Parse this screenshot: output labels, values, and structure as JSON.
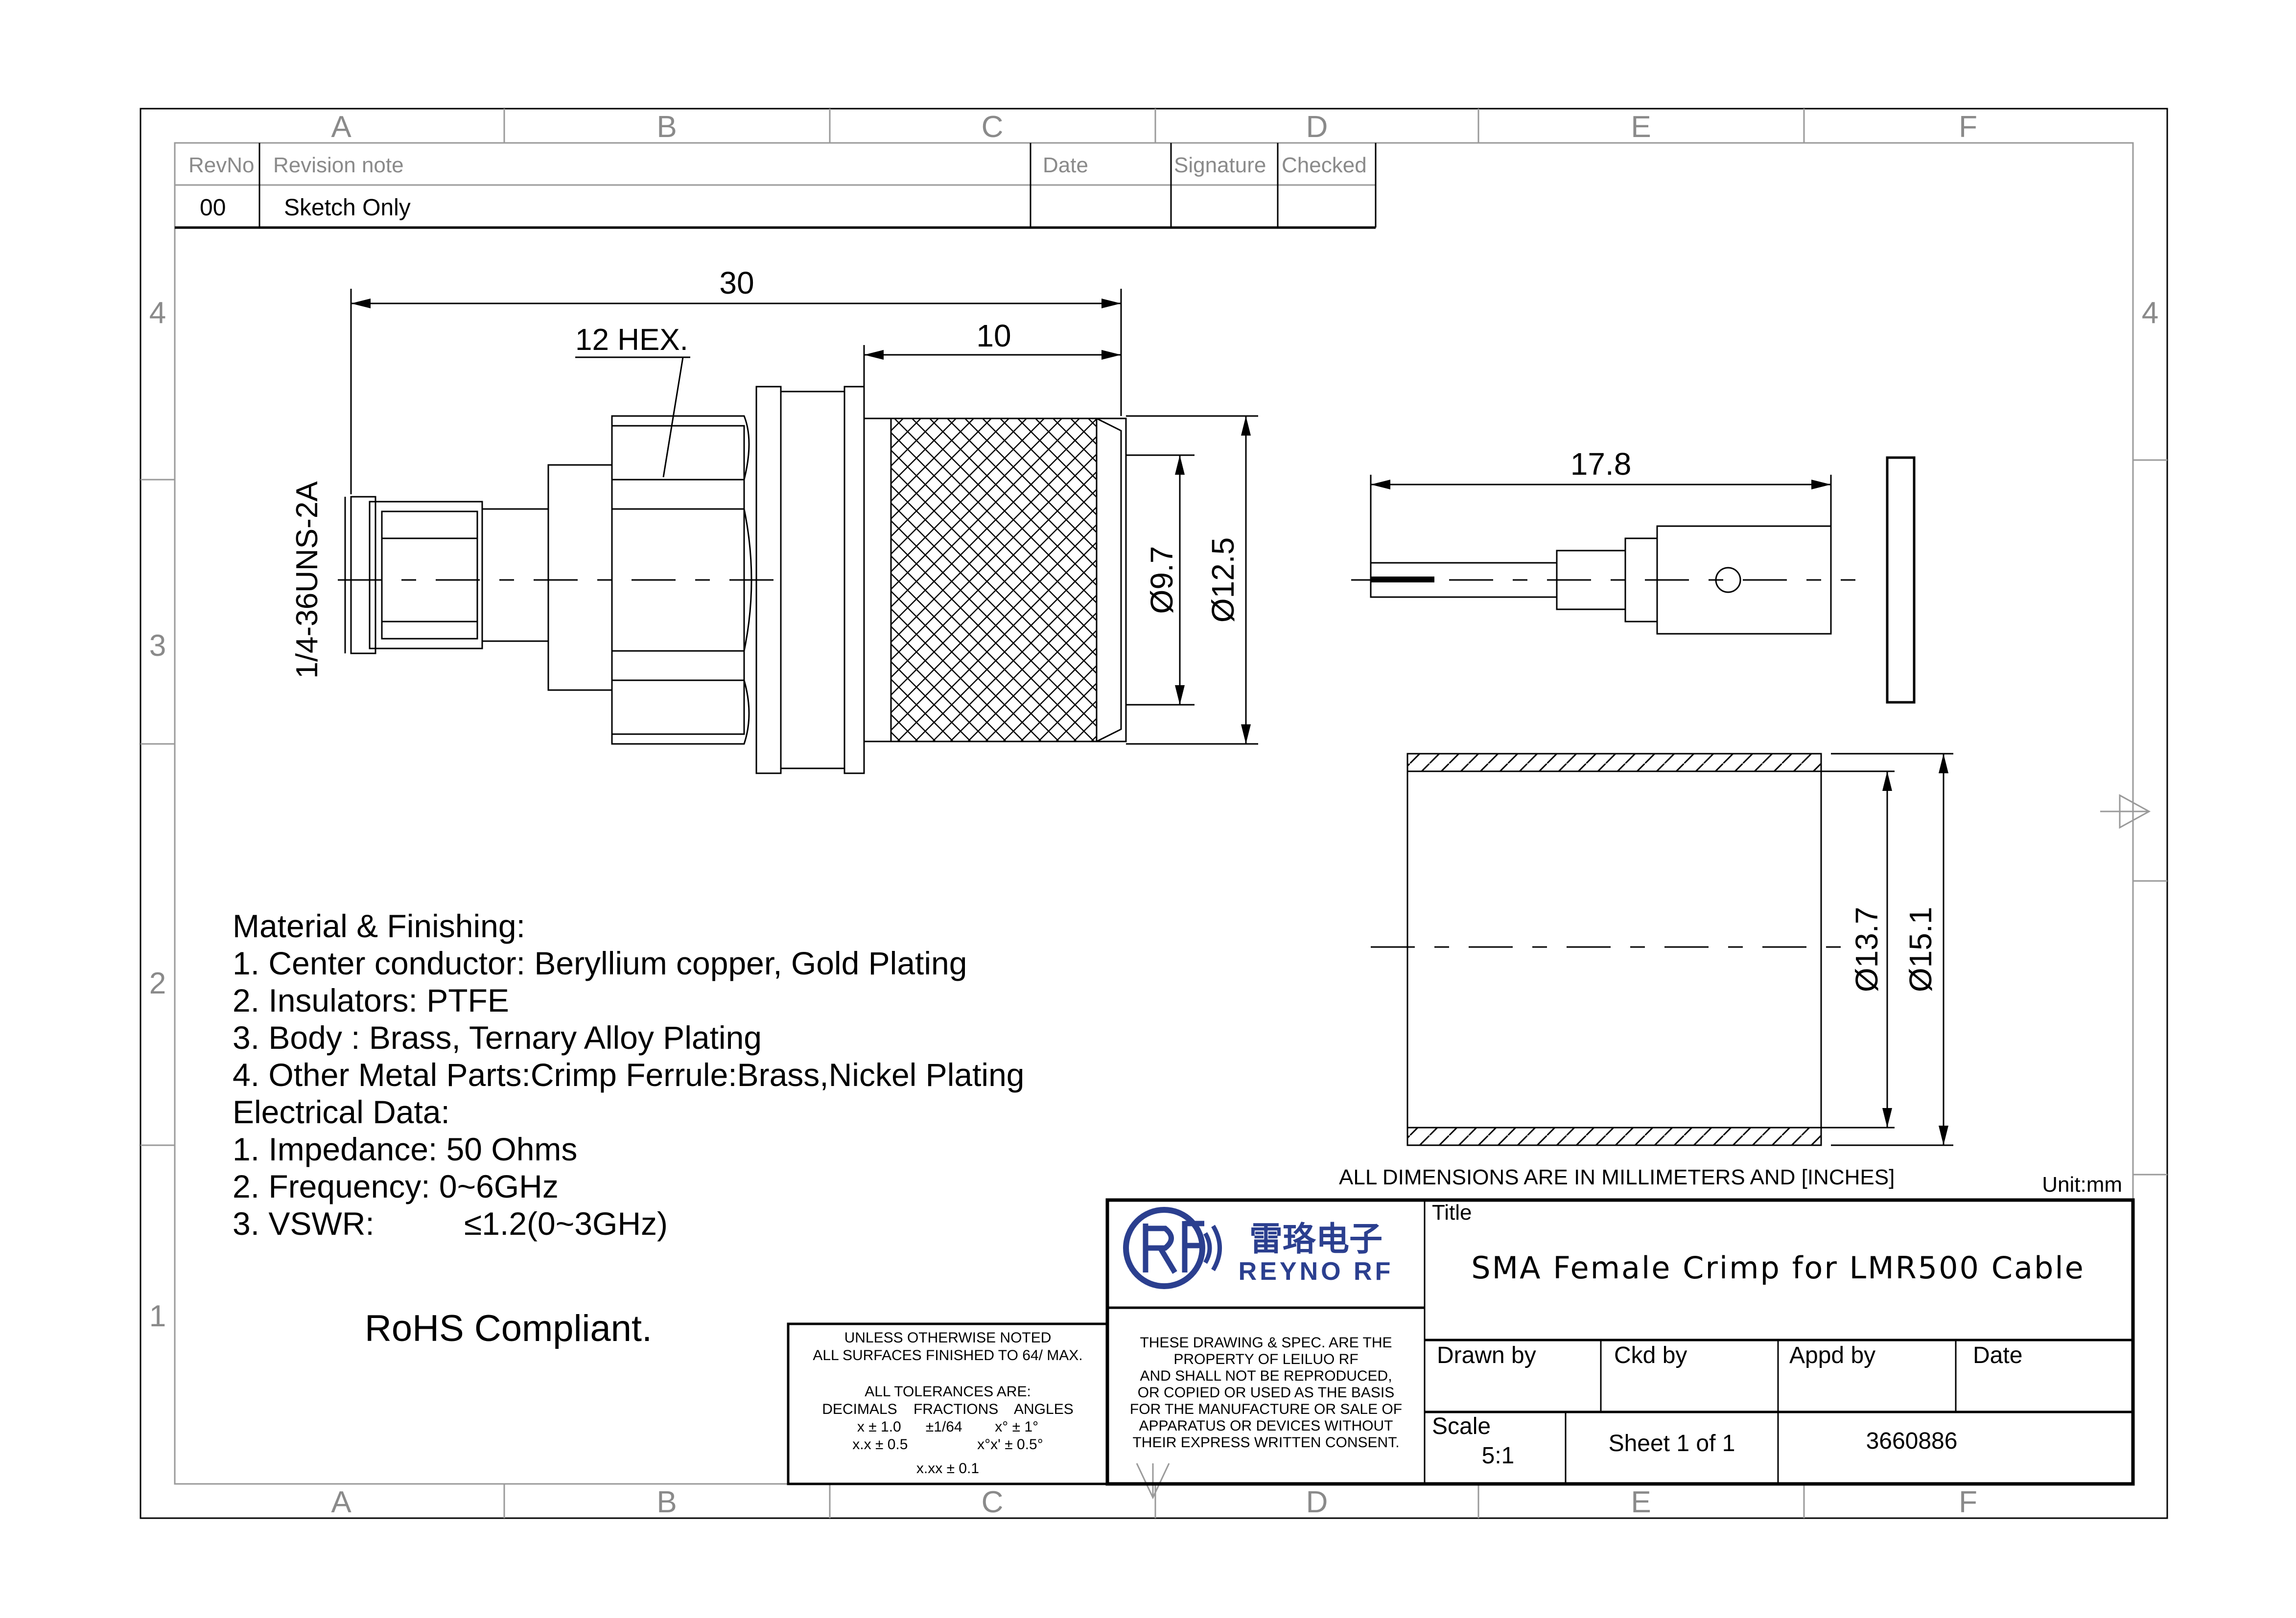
{
  "frame": {
    "col_labels": [
      "A",
      "B",
      "C",
      "D",
      "E",
      "F"
    ],
    "row_labels": [
      "4",
      "3",
      "2",
      "1"
    ]
  },
  "revision_table": {
    "headers": [
      "RevNo",
      "Revision note",
      "Date",
      "Signature",
      "Checked"
    ],
    "rows": [
      {
        "rev": "00",
        "note": "Sketch Only",
        "date": "",
        "signature": "",
        "checked": ""
      }
    ]
  },
  "dimensions": {
    "overall_length": "30",
    "hex": "12 HEX.",
    "crimp_length": "10",
    "thread": "1/4-36UNS-2A",
    "dia_inner": "Ø9.7",
    "dia_outer": "Ø12.5",
    "pin_length": "17.8",
    "ferrule_inner": "Ø13.7",
    "ferrule_outer": "Ø15.1"
  },
  "notes": {
    "lines": [
      "Material & Finishing:",
      "1. Center conductor: Beryllium copper, Gold Plating",
      "2. Insulators: PTFE",
      "3. Body : Brass, Ternary Alloy Plating",
      "4. Other Metal Parts:Crimp Ferrule:Brass,Nickel Plating",
      "Electrical Data:",
      "1. Impedance: 50 Ohms",
      "2. Frequency: 0~6GHz",
      "3. VSWR:          ≤1.2(0~3GHz)"
    ],
    "rohs": "RoHS Compliant."
  },
  "title_block": {
    "dimensions_note": "ALL DIMENSIONS ARE IN MILLIMETERS AND [INCHES]",
    "unit": "Unit:mm",
    "logo_cn": "雷珞电子",
    "logo_en": "REYNO RF",
    "title_label": "Title",
    "title": "SMA Female Crimp for LMR500 Cable",
    "tolerance_lines": [
      "UNLESS OTHERWISE NOTED",
      "ALL SURFACES FINISHED TO 64/ MAX.",
      "ALL TOLERANCES ARE:",
      "DECIMALS    FRACTIONS    ANGLES",
      "x ± 1.0      ±1/64        x° ± 1°",
      "x.x ± 0.5                 x°x' ± 0.5°",
      "x.xx ± 0.1"
    ],
    "copyright_lines": [
      "THESE DRAWING & SPEC. ARE THE",
      "PROPERTY OF LEILUO RF",
      "AND SHALL NOT BE REPRODUCED,",
      "OR COPIED OR USED AS THE BASIS",
      "FOR THE MANUFACTURE OR SALE OF",
      "APPARATUS OR DEVICES WITHOUT",
      "THEIR EXPRESS WRITTEN CONSENT."
    ],
    "drawn_by": "Drawn by",
    "ckd_by": "Ckd by",
    "appd_by": "Appd by",
    "date": "Date",
    "scale_label": "Scale",
    "scale": "5:1",
    "sheet": "Sheet 1 of 1",
    "part_number": "3660886"
  },
  "colors": {
    "logo_blue": "#2b3f8f",
    "line": "#000000",
    "grid_grey": "#9a9a9a"
  }
}
